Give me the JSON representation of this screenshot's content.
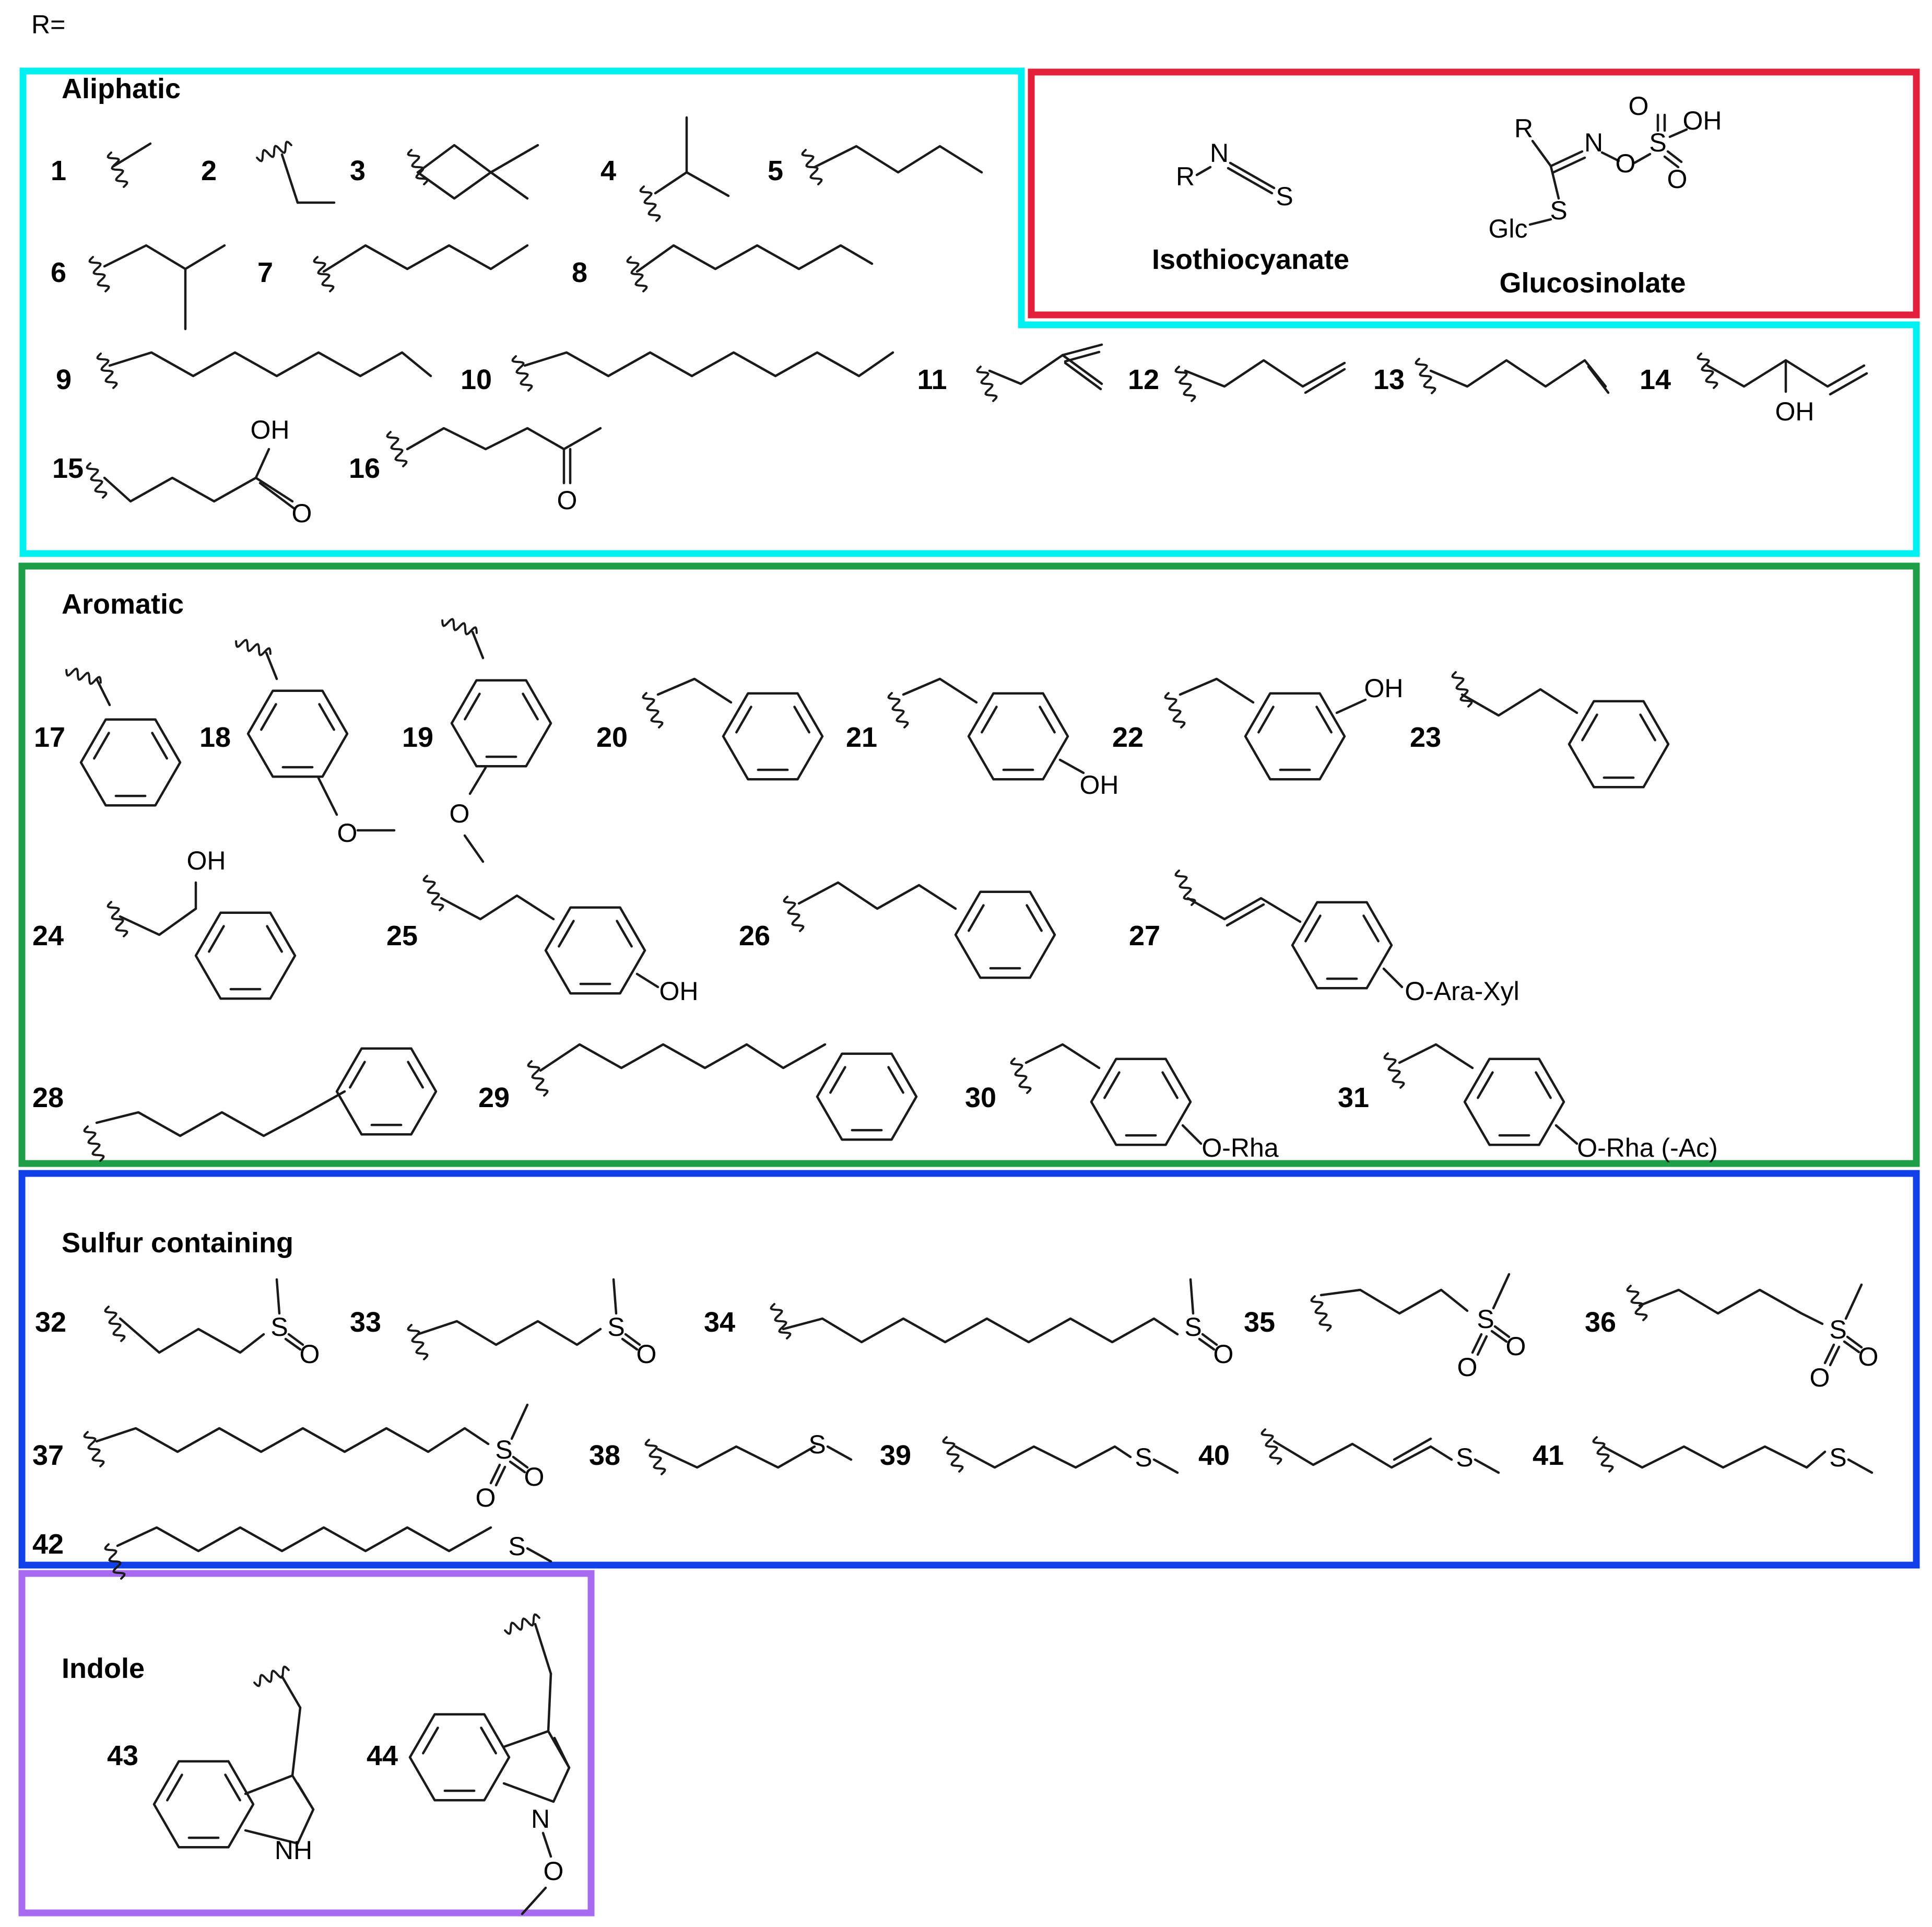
{
  "r_label": "R=",
  "sections": {
    "aliphatic": {
      "title": "Aliphatic",
      "color": "#00F0F0"
    },
    "header": {
      "color": "#E3203A"
    },
    "aromatic": {
      "title": "Aromatic",
      "color": "#1E9E46"
    },
    "sulfur": {
      "title": "Sulfur containing",
      "color": "#1140E8"
    },
    "indole": {
      "title": "Indole",
      "color": "#A66BF0"
    }
  },
  "header": {
    "isothiocyanate": {
      "name": "Isothiocyanate",
      "atoms": [
        "R",
        "N",
        "S"
      ]
    },
    "glucosinolate": {
      "name": "Glucosinolate",
      "atoms": [
        "R",
        "N",
        "O",
        "S",
        "O",
        "O",
        "OH",
        "S",
        "Glc"
      ]
    }
  },
  "compound_numbers": [
    "1",
    "2",
    "3",
    "4",
    "5",
    "6",
    "7",
    "8",
    "9",
    "10",
    "11",
    "12",
    "13",
    "14",
    "15",
    "16",
    "17",
    "18",
    "19",
    "20",
    "21",
    "22",
    "23",
    "24",
    "25",
    "26",
    "27",
    "28",
    "29",
    "30",
    "31",
    "32",
    "33",
    "34",
    "35",
    "36",
    "37",
    "38",
    "39",
    "40",
    "41",
    "42",
    "43",
    "44"
  ],
  "substituent_labels": {
    "c14_oh": "OH",
    "c15_oh": "OH",
    "c15_o": "O",
    "c16_o": "O",
    "c18_o": "O",
    "c19_o": "O",
    "c21_oh": "OH",
    "c22_oh": "OH",
    "c24_oh": "OH",
    "c25_oh": "OH",
    "c27_sub": "O-Ara-Xyl",
    "c30_sub": "O-Rha",
    "c31_sub": "O-Rha (-Ac)",
    "sulfur_s": "S",
    "sulfur_o": "O",
    "c43_nh": "NH",
    "c44_n": "N",
    "c44_o": "O"
  }
}
